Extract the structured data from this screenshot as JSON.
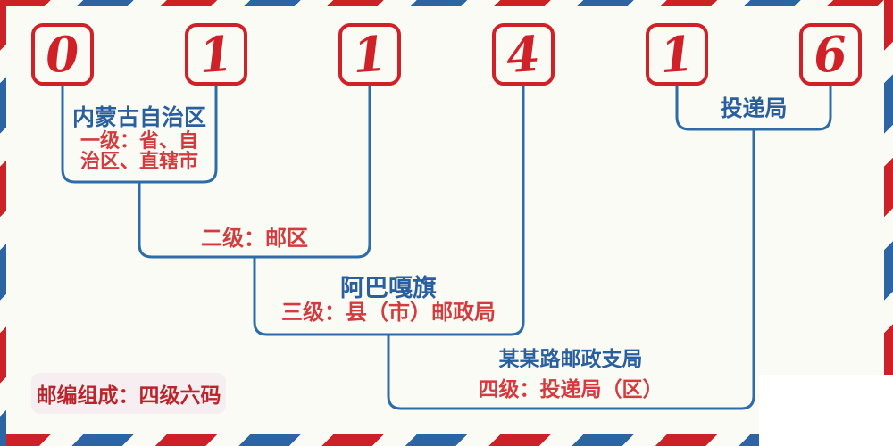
{
  "postal_code": "011416",
  "digits": [
    "0",
    "1",
    "1",
    "4",
    "1",
    "6"
  ],
  "annotations": {
    "level1": {
      "place": "内蒙古自治区",
      "desc_line1": "一级：省、自",
      "desc_line2": "治区、直辖市"
    },
    "level2": {
      "desc": "二级：邮区"
    },
    "level3": {
      "place": "阿巴嘎旗",
      "desc": "三级：县（市）邮政局"
    },
    "level4": {
      "place": "某某路邮政支局",
      "desc": "四级：投递局（区）"
    },
    "delivery": {
      "label": "投递局"
    }
  },
  "badge": {
    "label": "邮编组成：四级六码"
  },
  "colors": {
    "stripe_red": "#cc2127",
    "stripe_blue": "#2d64a3",
    "digit_red": "#cf2127",
    "line_blue": "#2e6ba9",
    "text_blue": "#2a5f9f",
    "text_red": "#d43a3e",
    "badge_text_red": "#b9252b",
    "badge_bg": "#f6eef1",
    "background": "#fafbf4"
  }
}
